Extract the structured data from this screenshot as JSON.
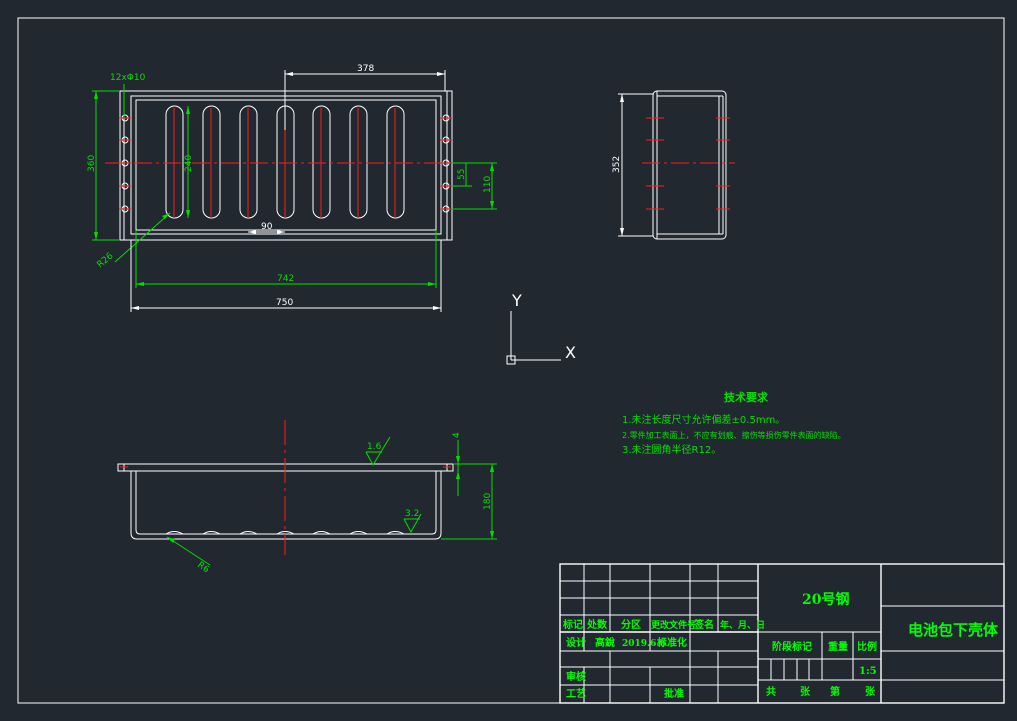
{
  "dimensions": {
    "holes_note": "12xΦ10",
    "d378": "378",
    "d360": "360",
    "d240": "240",
    "d55": "55",
    "d110": "110",
    "d90": "90",
    "r26": "R26",
    "d742": "742",
    "d750": "750",
    "d352": "352",
    "d4": "4",
    "d180": "180",
    "r6": "R6",
    "rough1": "1.6",
    "rough2": "3.2"
  },
  "ucs": {
    "x": "X",
    "y": "Y"
  },
  "tech": {
    "title": "技术要求",
    "line1": "1.未注长度尺寸允许偏差±0.5mm。",
    "line2": "2.零件加工表面上，不应有划痕、擦伤等损伤零件表面的缺陷。",
    "line3": "3.未注圆角半径R12。"
  },
  "title_block": {
    "material": "20号钢",
    "part_name": "电池包下壳体",
    "h_mark": "标记",
    "h_count": "处数",
    "h_zone": "分区",
    "h_docno": "更改文件号",
    "h_sign": "签名",
    "h_date": "年、月、日",
    "design": "设计",
    "designer": "高銳",
    "design_date": "2019.6.6",
    "standard": "标准化",
    "stage_mark": "阶段标记",
    "weight": "重量",
    "scale_label": "比例",
    "scale": "1:5",
    "review": "审核",
    "process": "工艺",
    "approve": "批准",
    "total": "共",
    "sheets": "张",
    "page": "第",
    "sheet2": "张"
  }
}
